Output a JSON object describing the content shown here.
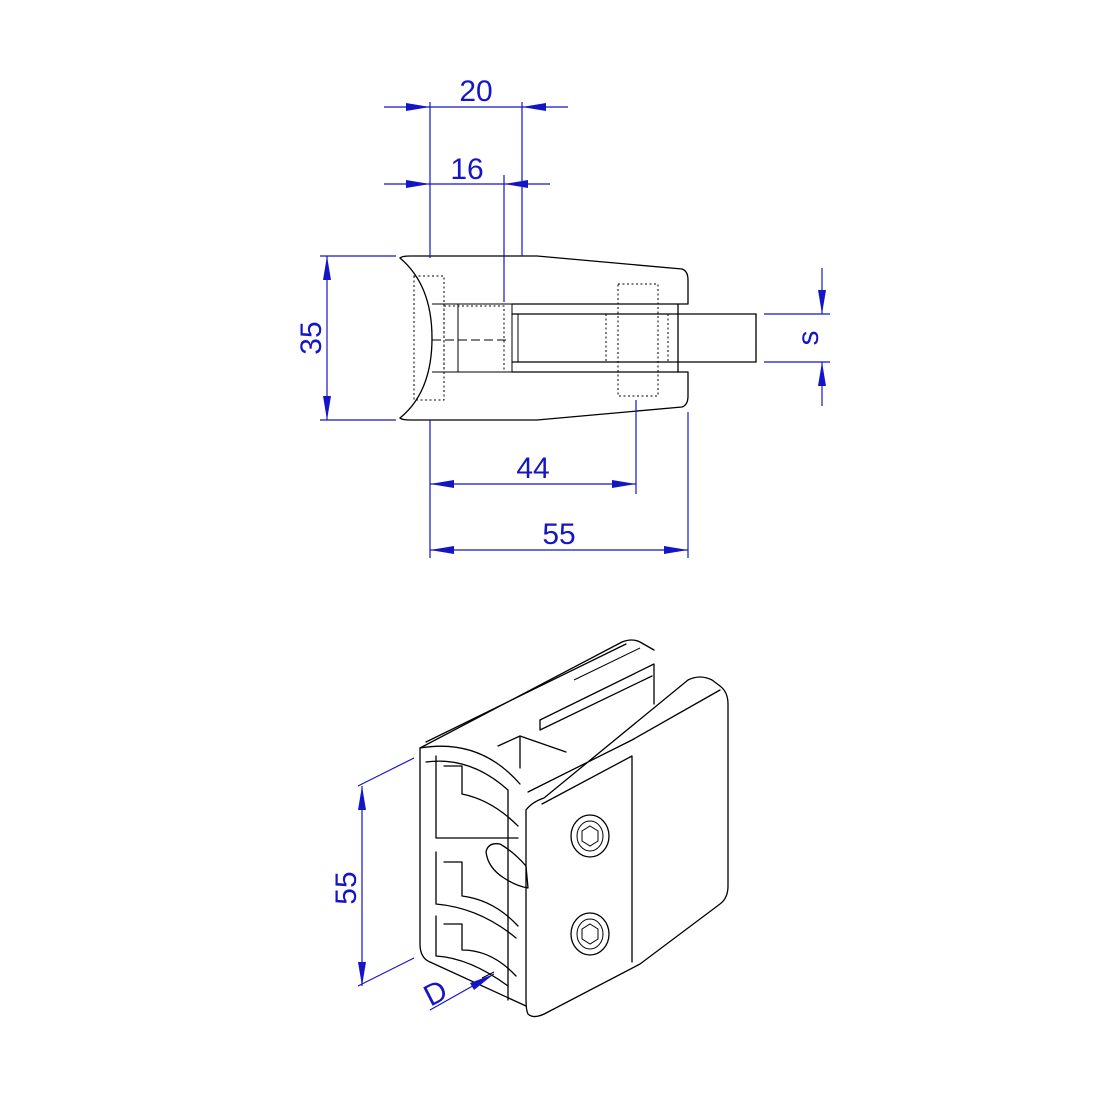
{
  "drawing": {
    "dimension_color": "#1515c8",
    "line_color": "#000000",
    "side_view": {
      "dim_width_top": "20",
      "dim_width_inner": "16",
      "dim_height": "35",
      "dim_glass": "s",
      "dim_screw_offset": "44",
      "dim_total_length": "55"
    },
    "iso_view": {
      "dim_height": "55",
      "dim_diameter": "D"
    }
  }
}
